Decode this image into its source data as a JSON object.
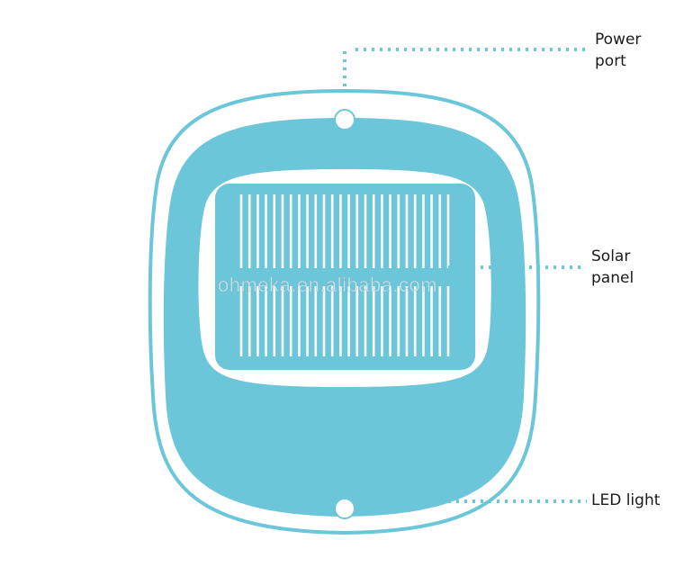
{
  "colors": {
    "accent": "#6cc6d9",
    "panel_fill": "#6cc6d9",
    "outline": "#6cc6d9",
    "leader_dots": "#6cc6d9",
    "label_text": "#1a1a1a"
  },
  "callouts": {
    "power_port": "Power\nport",
    "solar_panel": "Solar\npanel",
    "led_light": "LED light"
  },
  "watermark": "ohmeka.en.alibaba.com"
}
